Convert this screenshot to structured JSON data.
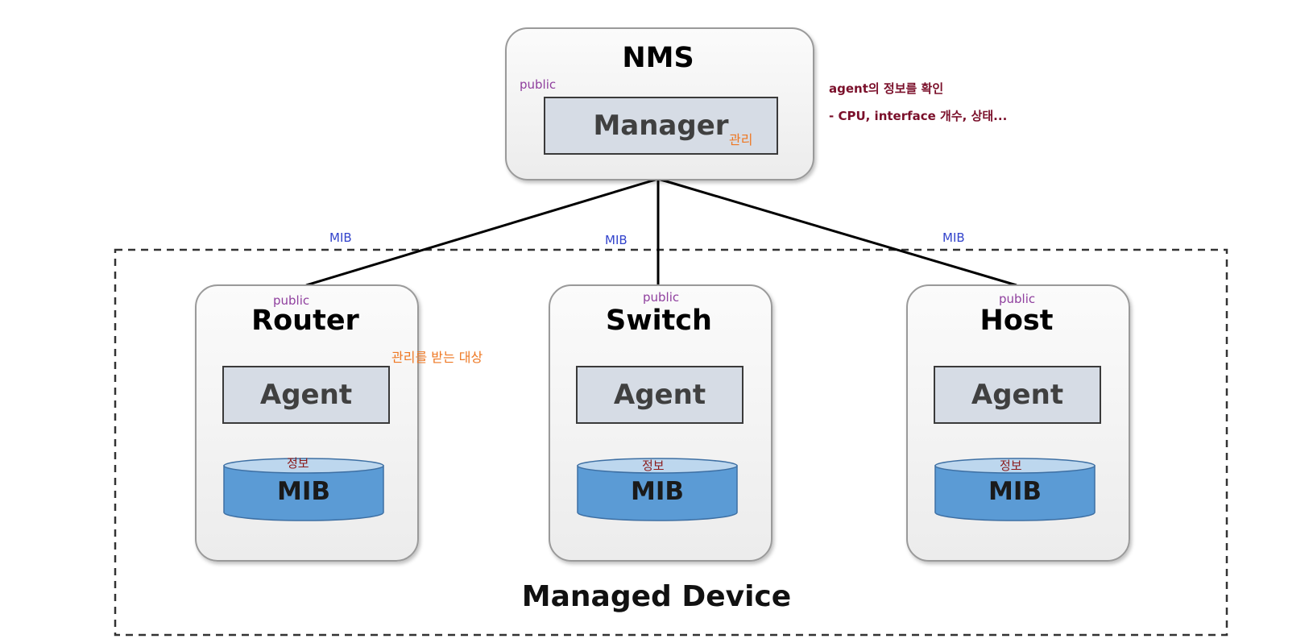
{
  "nms": {
    "title": "NMS",
    "community": "public",
    "manager_label": "Manager",
    "manager_note": "관리"
  },
  "agent_info": {
    "line1": "agent의 정보를 확인",
    "line2": "- CPU, interface 개수, 상태..."
  },
  "links": [
    {
      "label": "MIB"
    },
    {
      "label": "MIB"
    },
    {
      "label": "MIB"
    }
  ],
  "managed_note": "관리를 받는 대상",
  "devices": [
    {
      "title": "Router",
      "community": "public",
      "agent_label": "Agent",
      "mib_note": "정보",
      "mib_label": "MIB"
    },
    {
      "title": "Switch",
      "community": "public",
      "agent_label": "Agent",
      "mib_note": "정보",
      "mib_label": "MIB"
    },
    {
      "title": "Host",
      "community": "public",
      "agent_label": "Agent",
      "mib_note": "정보",
      "mib_label": "MIB"
    }
  ],
  "managed_device_label": "Managed Device",
  "colors": {
    "card_border": "#9a9a9a",
    "inner_fill": "#d6dce5",
    "mib_fill": "#5b9bd5",
    "mib_top": "#bdd7ee",
    "community_text": "#8f3f9e",
    "link_label": "#3344cc",
    "note_orange": "#ee7722",
    "info_text": "#7a0f2a"
  }
}
